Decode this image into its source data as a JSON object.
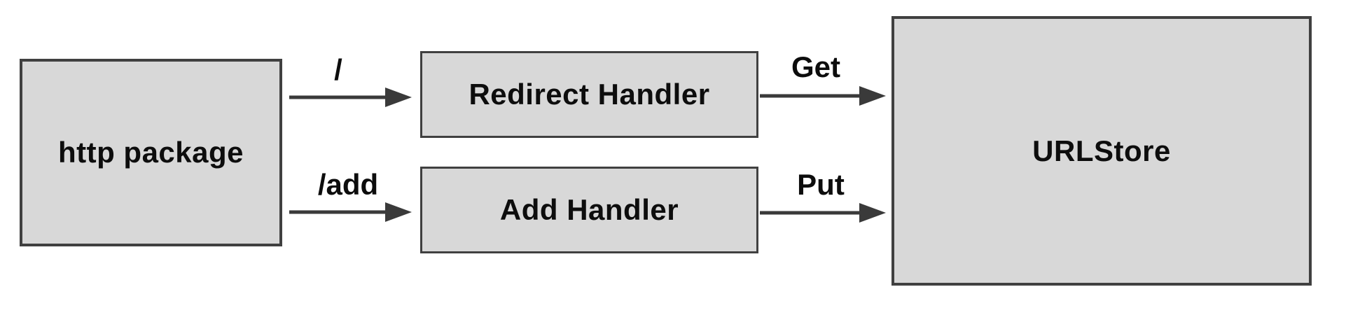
{
  "colors": {
    "background": "#ffffff",
    "box_fill": "#d8d8d8",
    "box_border": "#404040",
    "arrow": "#3a3a3a",
    "text": "#0d0d0d"
  },
  "nodes": {
    "http_package": {
      "label": "http package"
    },
    "redirect_handler": {
      "label": "Redirect Handler"
    },
    "add_handler": {
      "label": "Add Handler"
    },
    "urlstore": {
      "label": "URLStore"
    }
  },
  "edges": {
    "root": {
      "label": "/",
      "from": "http_package",
      "to": "redirect_handler"
    },
    "add": {
      "label": "/add",
      "from": "http_package",
      "to": "add_handler"
    },
    "get": {
      "label": "Get",
      "from": "redirect_handler",
      "to": "urlstore"
    },
    "put": {
      "label": "Put",
      "from": "add_handler",
      "to": "urlstore"
    }
  }
}
